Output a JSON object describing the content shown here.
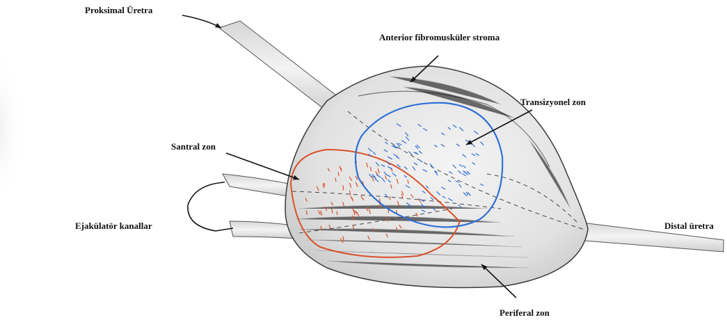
{
  "labels": {
    "proximal_urethra": "Proksimal Üretra",
    "anterior_stroma": "Anterior fibromusküler stroma",
    "transition_zone": "Transizyonel zon",
    "central_zone": "Santral zon",
    "ejaculatory_ducts": "Ejakülatör kanallar",
    "distal_urethra": "Distal üretra",
    "peripheral_zone": "Periferal zon"
  },
  "colors": {
    "central_zone_outline": "#d9502a",
    "transition_zone_outline": "#2f6fd6",
    "arrow": "#111111",
    "pencil": "#7d7d7d"
  }
}
